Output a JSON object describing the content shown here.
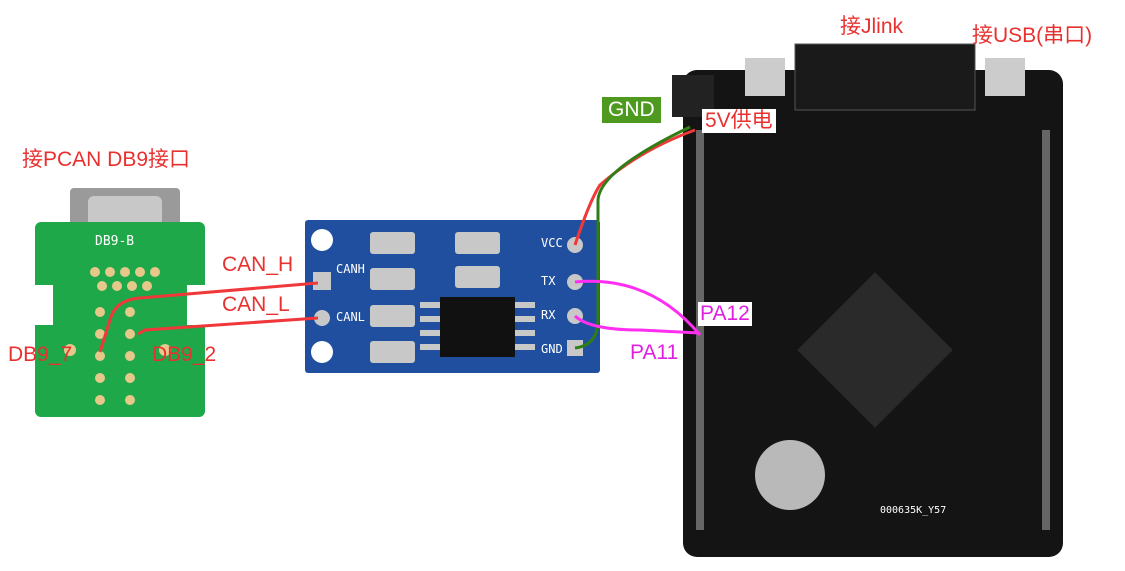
{
  "labels": {
    "db9_title": "接PCAN DB9接口",
    "can_h": "CAN_H",
    "can_l": "CAN_L",
    "db9_7": "DB9_7",
    "db9_2": "DB9_2",
    "gnd": "GND",
    "power_5v": "5V供电",
    "pa12": "PA12",
    "pa11": "PA11",
    "jlink": "接Jlink",
    "usb": "接USB(串口)"
  },
  "db9_board": {
    "silk": "DB9-B",
    "mark": "B"
  },
  "can_module": {
    "pins_right": [
      "VCC",
      "TX",
      "RX",
      "GND"
    ],
    "pins_left": [
      "CANH",
      "CANL"
    ]
  },
  "mcu_board": {
    "silk": "000635K_Y57"
  },
  "colors": {
    "red_wire": "#f0383a",
    "green_wire": "#2f7d14",
    "magenta_wire": "#ff2ef0",
    "gnd_box": "#4e9a1e",
    "can_module": "#1f4f9e",
    "db9_board": "#1fa84a",
    "mcu_board": "#141414"
  }
}
